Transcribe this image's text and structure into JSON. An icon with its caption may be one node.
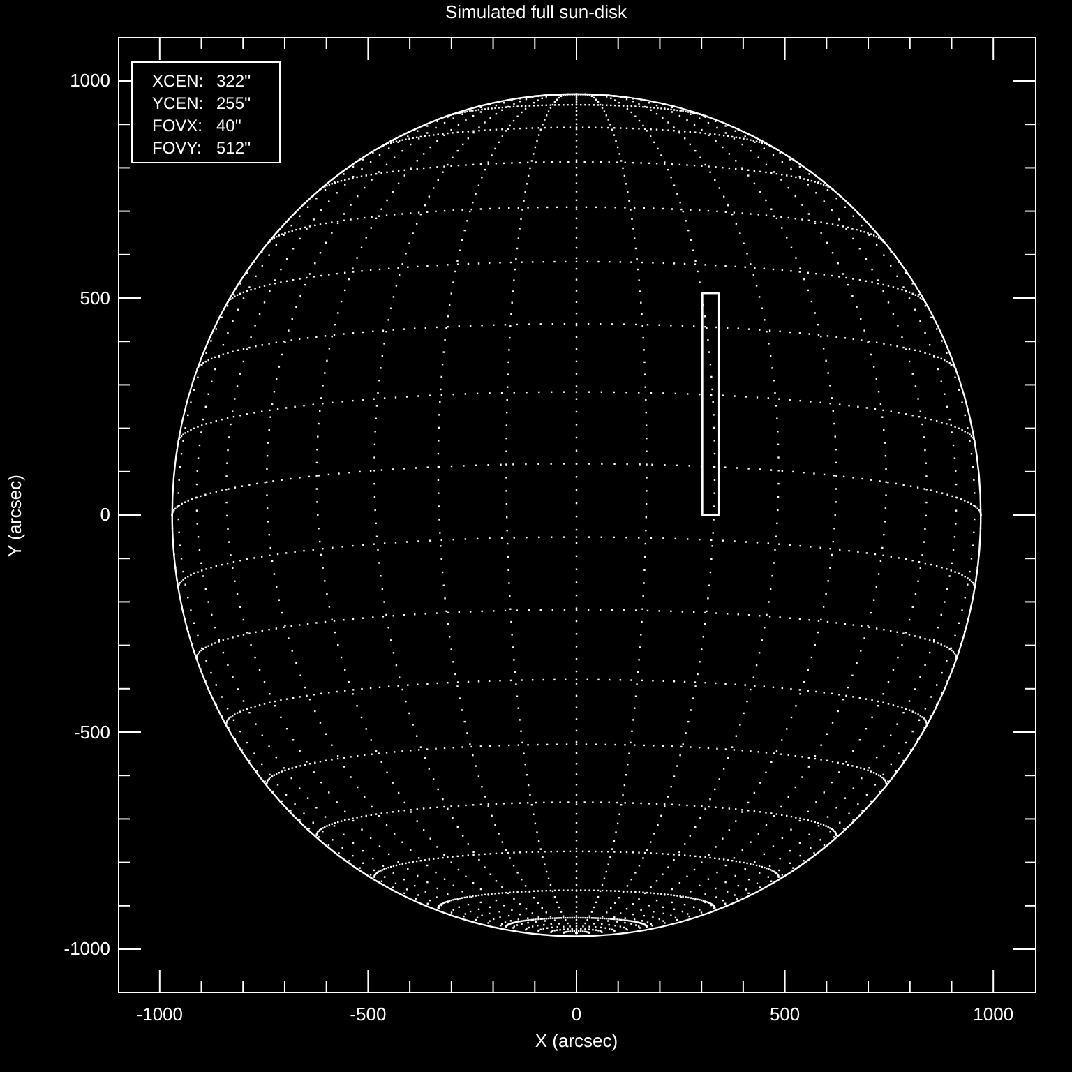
{
  "diagram": {
    "title": "Simulated full sun-disk",
    "nodes": [
      {
        "text": [
          "XCEN:",
          "322''",
          "YCEN:",
          "255''",
          "FOVX:",
          "40''",
          "FOVY:",
          "512''"
        ]
      }
    ],
    "labels": [
      "1000",
      "500",
      "0",
      "-500",
      "-1000",
      "Y (arcsec)",
      "-1000",
      "-500",
      "0",
      "500",
      "1000",
      "X (arcsec)"
    ]
  }
}
